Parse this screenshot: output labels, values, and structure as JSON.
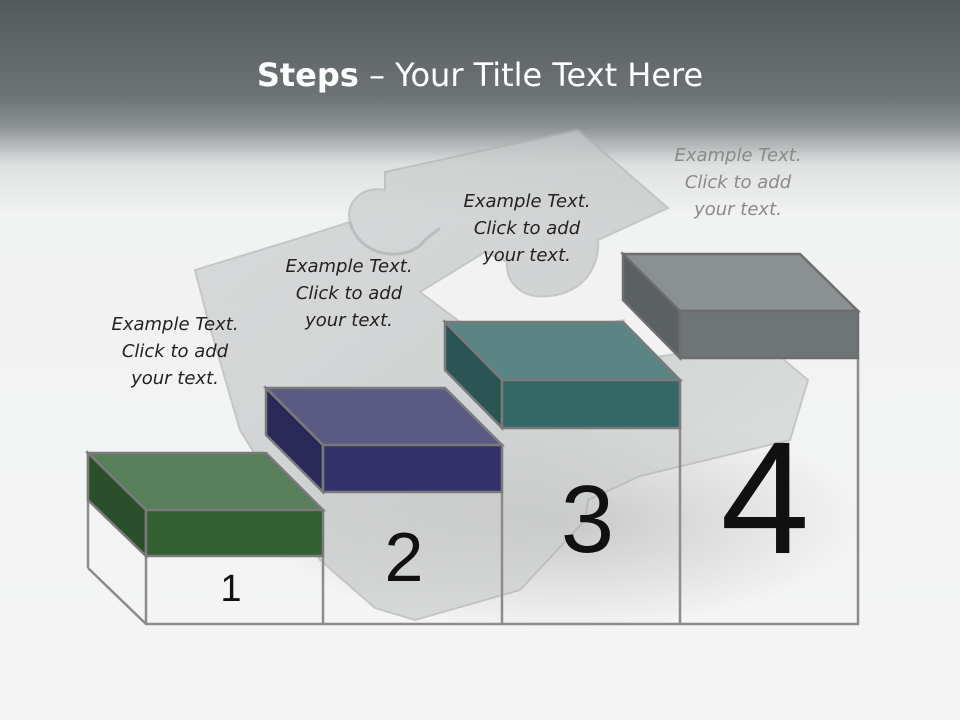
{
  "title": {
    "bold": "Steps",
    "rest": " – Your Title Text Here"
  },
  "steps": [
    {
      "number": "1",
      "caption": [
        "Example Text.",
        "Click  to add",
        "your text."
      ],
      "top_color": "#58805a",
      "front_color": "#336033",
      "side_color": "#2a4f2a"
    },
    {
      "number": "2",
      "caption": [
        "Example Text.",
        "Click  to add",
        "your text."
      ],
      "top_color": "#5b5a85",
      "front_color": "#34326a",
      "side_color": "#2b2958"
    },
    {
      "number": "3",
      "caption": [
        "Example Text.",
        "Click  to add",
        "your text."
      ],
      "top_color": "#5b8584",
      "front_color": "#336867",
      "side_color": "#2a5554"
    },
    {
      "number": "4",
      "caption": [
        "Example Text.",
        "Click  to add",
        "your text."
      ],
      "top_color": "#8b9092",
      "front_color": "#6f7476",
      "side_color": "#5b6062"
    }
  ]
}
